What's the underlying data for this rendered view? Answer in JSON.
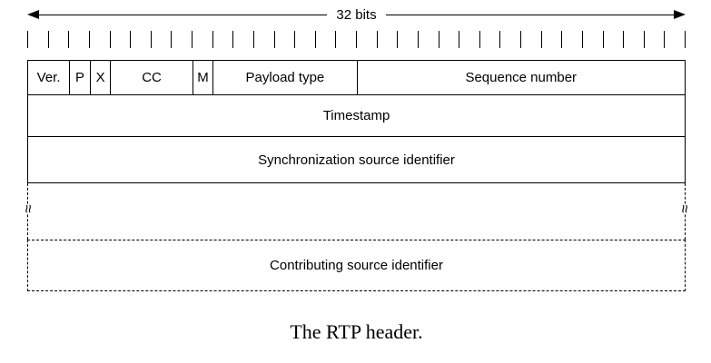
{
  "diagram": {
    "width_label": "32 bits",
    "bit_count": 32,
    "rows": [
      {
        "fields": [
          {
            "label": "Ver.",
            "bits": 2
          },
          {
            "label": "P",
            "bits": 1
          },
          {
            "label": "X",
            "bits": 1
          },
          {
            "label": "CC",
            "bits": 4
          },
          {
            "label": "M",
            "bits": 1
          },
          {
            "label": "Payload type",
            "bits": 7
          },
          {
            "label": "Sequence number",
            "bits": 16
          }
        ]
      },
      {
        "fields": [
          {
            "label": "Timestamp",
            "bits": 32
          }
        ]
      },
      {
        "fields": [
          {
            "label": "Synchronization source identifier",
            "bits": 32
          }
        ]
      }
    ],
    "optional_row": {
      "label": "Contributing source identifier"
    },
    "break_symbol": "≈",
    "caption": "The RTP header."
  }
}
